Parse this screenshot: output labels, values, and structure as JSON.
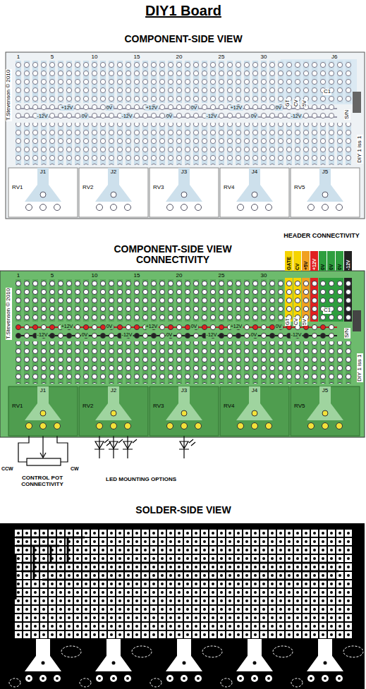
{
  "diagram": {
    "title": "DIY1 Board",
    "labels": [
      "1",
      "5",
      "10",
      "15",
      "20",
      "25",
      "30",
      "J6",
      "GT",
      "CV",
      "5V",
      "C1",
      "S/N",
      "DIY 1 iss 1",
      "T.Stevenson © 2010",
      "+12V",
      "0V",
      "+12V",
      "0V",
      "+12V",
      "0V",
      "-12V",
      "0V",
      "-12V",
      "0V",
      "-12V",
      "0V",
      "-12V",
      "J1",
      "RV1",
      "J2",
      "RV2",
      "J3",
      "RV3",
      "J4",
      "RV4",
      "J5",
      "RV5",
      "COMPONENT-SIDE VIEW",
      "COMPONENT-SIDE VIEW CONNECTIVITY",
      "HEADER CONNECTIVITY",
      "CCW",
      "CW",
      "CONTROL POT CONNECTIVITY",
      "LED MOUNTING OPTIONS",
      "SOLDER-SIDE VIEW",
      "1",
      "5",
      "10",
      "15",
      "20",
      "25",
      "30",
      "GT",
      "CV",
      "5V",
      "C1",
      "S/N",
      "DIY 1 iss 1",
      "T.Stevenson © 2010",
      "+12V",
      "0V",
      "+12V",
      "0V",
      "+12V",
      "0V",
      "-12V",
      "0V",
      "-12V",
      "0V",
      "-12V",
      "0V",
      "-12V",
      "J1",
      "RV1",
      "J2",
      "RV2",
      "J3",
      "RV3",
      "J4",
      "RV4",
      "J5",
      "RV5"
    ],
    "legend": [
      {
        "text": "GATE",
        "color": "#f5d400"
      },
      {
        "text": "CV",
        "color": "#f5d400"
      },
      {
        "text": "+5V",
        "color": "#f0a020"
      },
      {
        "text": "+12V",
        "color": "#e02020"
      },
      {
        "text": "0V",
        "color": "#2e9e3e"
      },
      {
        "text": "0V",
        "color": "#2e9e3e"
      },
      {
        "text": "0V",
        "color": "#2e9e3e"
      },
      {
        "text": "-12V",
        "color": "#222222"
      }
    ]
  }
}
